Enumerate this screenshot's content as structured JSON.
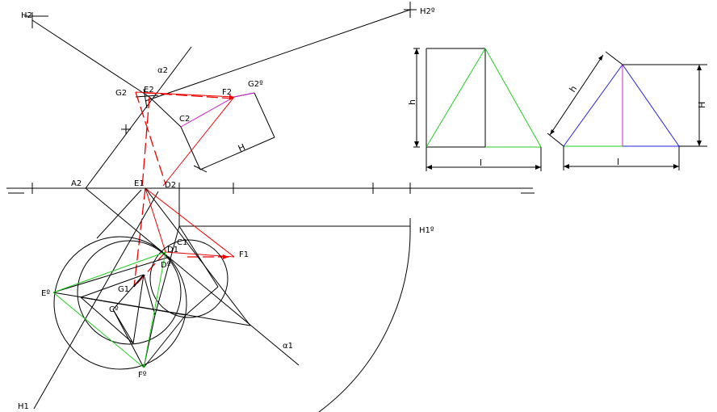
{
  "labels": {
    "h2": "H2",
    "h2o": "H2º",
    "alpha2": "α2",
    "g2": "G2",
    "e2": "E2",
    "f2": "F2",
    "g2o": "G2º",
    "c2": "C2",
    "a2": "A2",
    "e1": "E1",
    "d2": "D2",
    "c1": "C1",
    "h1o": "H1º",
    "d1": "D1",
    "f1": "F1",
    "do": "Dº",
    "eo": "Eº",
    "g1": "G1",
    "co": "Cº",
    "fo": "Fº",
    "alpha1": "α1",
    "h1": "H1",
    "dim_big_h": "H",
    "dim_small_h": "h",
    "dim_l": "l",
    "dim_l2": "l",
    "dim_h2": "h",
    "dim_big_h2": "H"
  },
  "colors": {
    "construction": "#000000",
    "projection": "#ee0000",
    "triangle_green": "#22cc22",
    "height_magenta": "#cc22cc",
    "side_blue": "#2222dd"
  }
}
